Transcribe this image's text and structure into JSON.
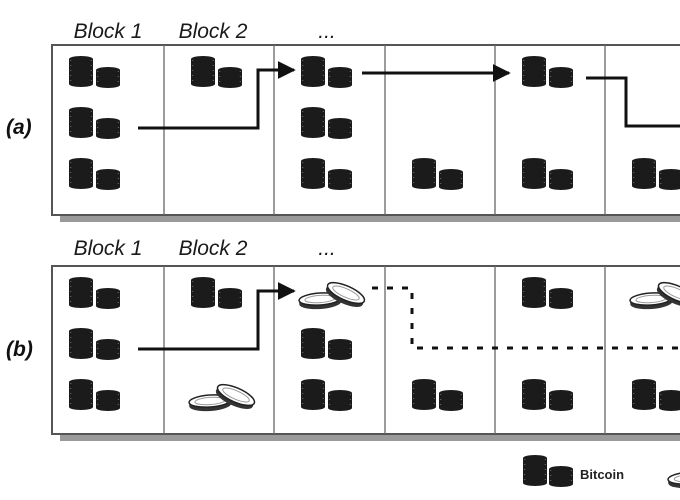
{
  "diagram": {
    "headers": [
      "Block 1",
      "Block 2",
      "..."
    ],
    "rows": [
      {
        "label": "(a)",
        "cells": [
          [
            "stack",
            "stack",
            "stack"
          ],
          [
            "stack",
            "",
            ""
          ],
          [
            "stack",
            "stack",
            "stack"
          ],
          [
            "",
            "",
            "stack"
          ],
          [
            "stack",
            "",
            "stack"
          ],
          [
            "",
            "",
            "stack"
          ]
        ]
      },
      {
        "label": "(b)",
        "cells": [
          [
            "stack",
            "stack",
            "stack"
          ],
          [
            "stack",
            "",
            "spent"
          ],
          [
            "spent",
            "stack",
            "stack"
          ],
          [
            "",
            "",
            "stack"
          ],
          [
            "stack",
            "",
            "stack"
          ],
          [
            "spent",
            "",
            "stack"
          ]
        ]
      }
    ],
    "legend": [
      {
        "icon": "stack",
        "label": "Bitcoin"
      },
      {
        "icon": "spent",
        "label": ""
      }
    ]
  }
}
